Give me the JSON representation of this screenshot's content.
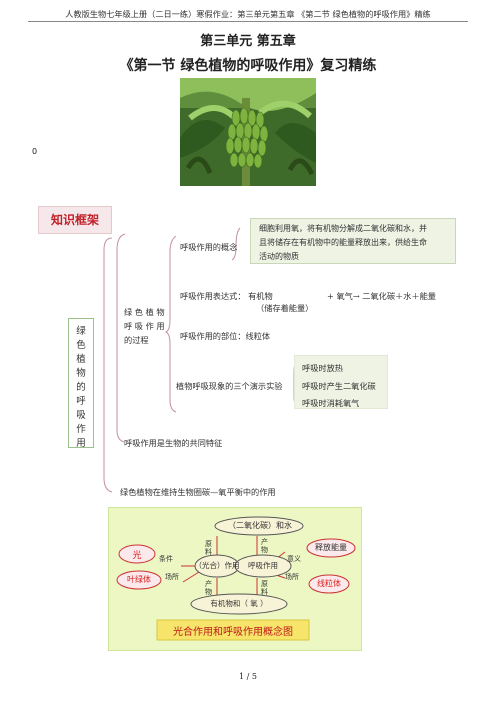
{
  "header": {
    "text": "人教版生物七年级上册（二日一练）寒假作业：第三单元第五章 《第二节 绿色植物的呼吸作用》精练"
  },
  "title": {
    "unit": "第三单元  第五章",
    "section": "《第一节  绿色植物的呼吸作用》复习精练"
  },
  "stray_mark": "0",
  "framework": {
    "label": "知识框架",
    "vertical_label": [
      "绿",
      "色",
      "植",
      "物",
      "的",
      "呼",
      "吸",
      "作",
      "用"
    ],
    "process": [
      "绿 色 植 物",
      "呼 吸 作 用",
      "的过程"
    ],
    "concept": "呼吸作用的概念",
    "concept_def": [
      "细胞利用氧，将有机物分解成二氧化碳和水，并",
      "且将储存在有机物中的能量释放出来，供给生命",
      "活动的物质"
    ],
    "expression_prefix": "呼吸作用表达式：  有机物",
    "expression_rest": "+  氧气→  二氧化碳＋水＋能量",
    "expression_note": "（储存着能量）",
    "site": "呼吸作用的部位：线粒体",
    "experiments": "植物呼吸现象的三个演示实验",
    "exp_items": [
      "呼吸时放热",
      "呼吸时产生二氧化碳",
      "呼吸时消耗氧气"
    ],
    "common_feature": "呼吸作用是生物的共同特征",
    "carbon_oxygen": "绿色植物在维持生物圈碳—氧平衡中的作用"
  },
  "diagram": {
    "top": "（二氧化碳）和水",
    "light": "光",
    "chloroplast": "叶绿体",
    "photosynthesis": "（光合）作用",
    "respiration": "呼吸作用",
    "energy": "释放能量",
    "mitochondria": "线粒体",
    "bottom": "有机物和（ 氧 ）",
    "condition": "条件",
    "place": "场所",
    "raw1": "原料",
    "prod1": "产物",
    "prod2": "产物",
    "raw2": "原料",
    "meaning": "意义",
    "place2": "场所",
    "caption": "光合作用和呼吸作用概念图"
  },
  "footer": {
    "page": "1  /  5"
  }
}
